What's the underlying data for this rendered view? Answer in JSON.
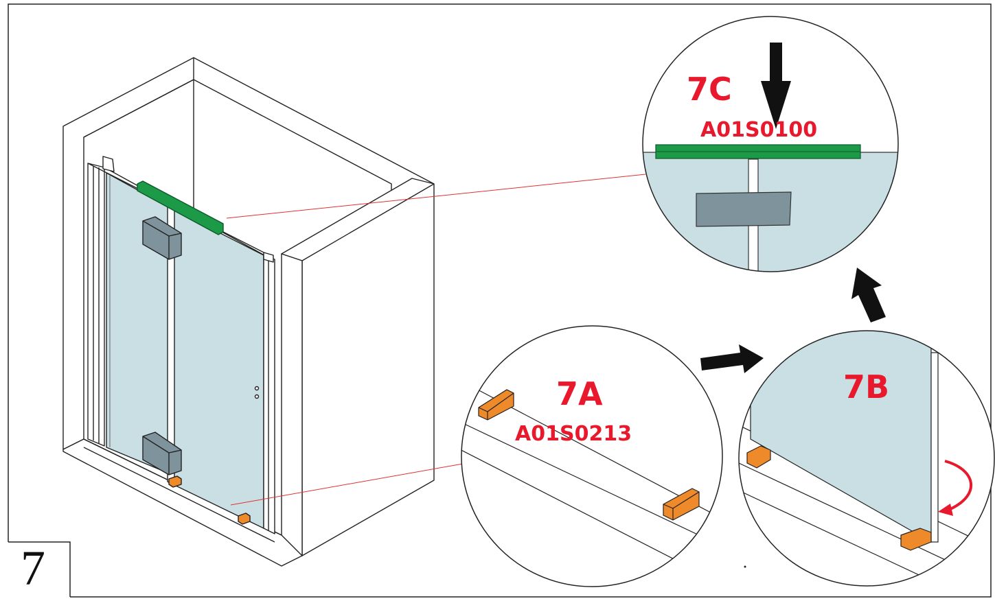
{
  "step": {
    "number": "7"
  },
  "details": {
    "a": {
      "label": "7A",
      "part_code": "A01S0213"
    },
    "b": {
      "label": "7B"
    },
    "c": {
      "label": "7C",
      "part_code": "A01S0100"
    }
  },
  "colors": {
    "label": "#e8192c",
    "glass": "#c9dfe4",
    "seal": "#1c9a48",
    "block": "#ee8a2a",
    "hinge": "#7f939c",
    "leader": "#e03030",
    "arrow": "#111111"
  }
}
